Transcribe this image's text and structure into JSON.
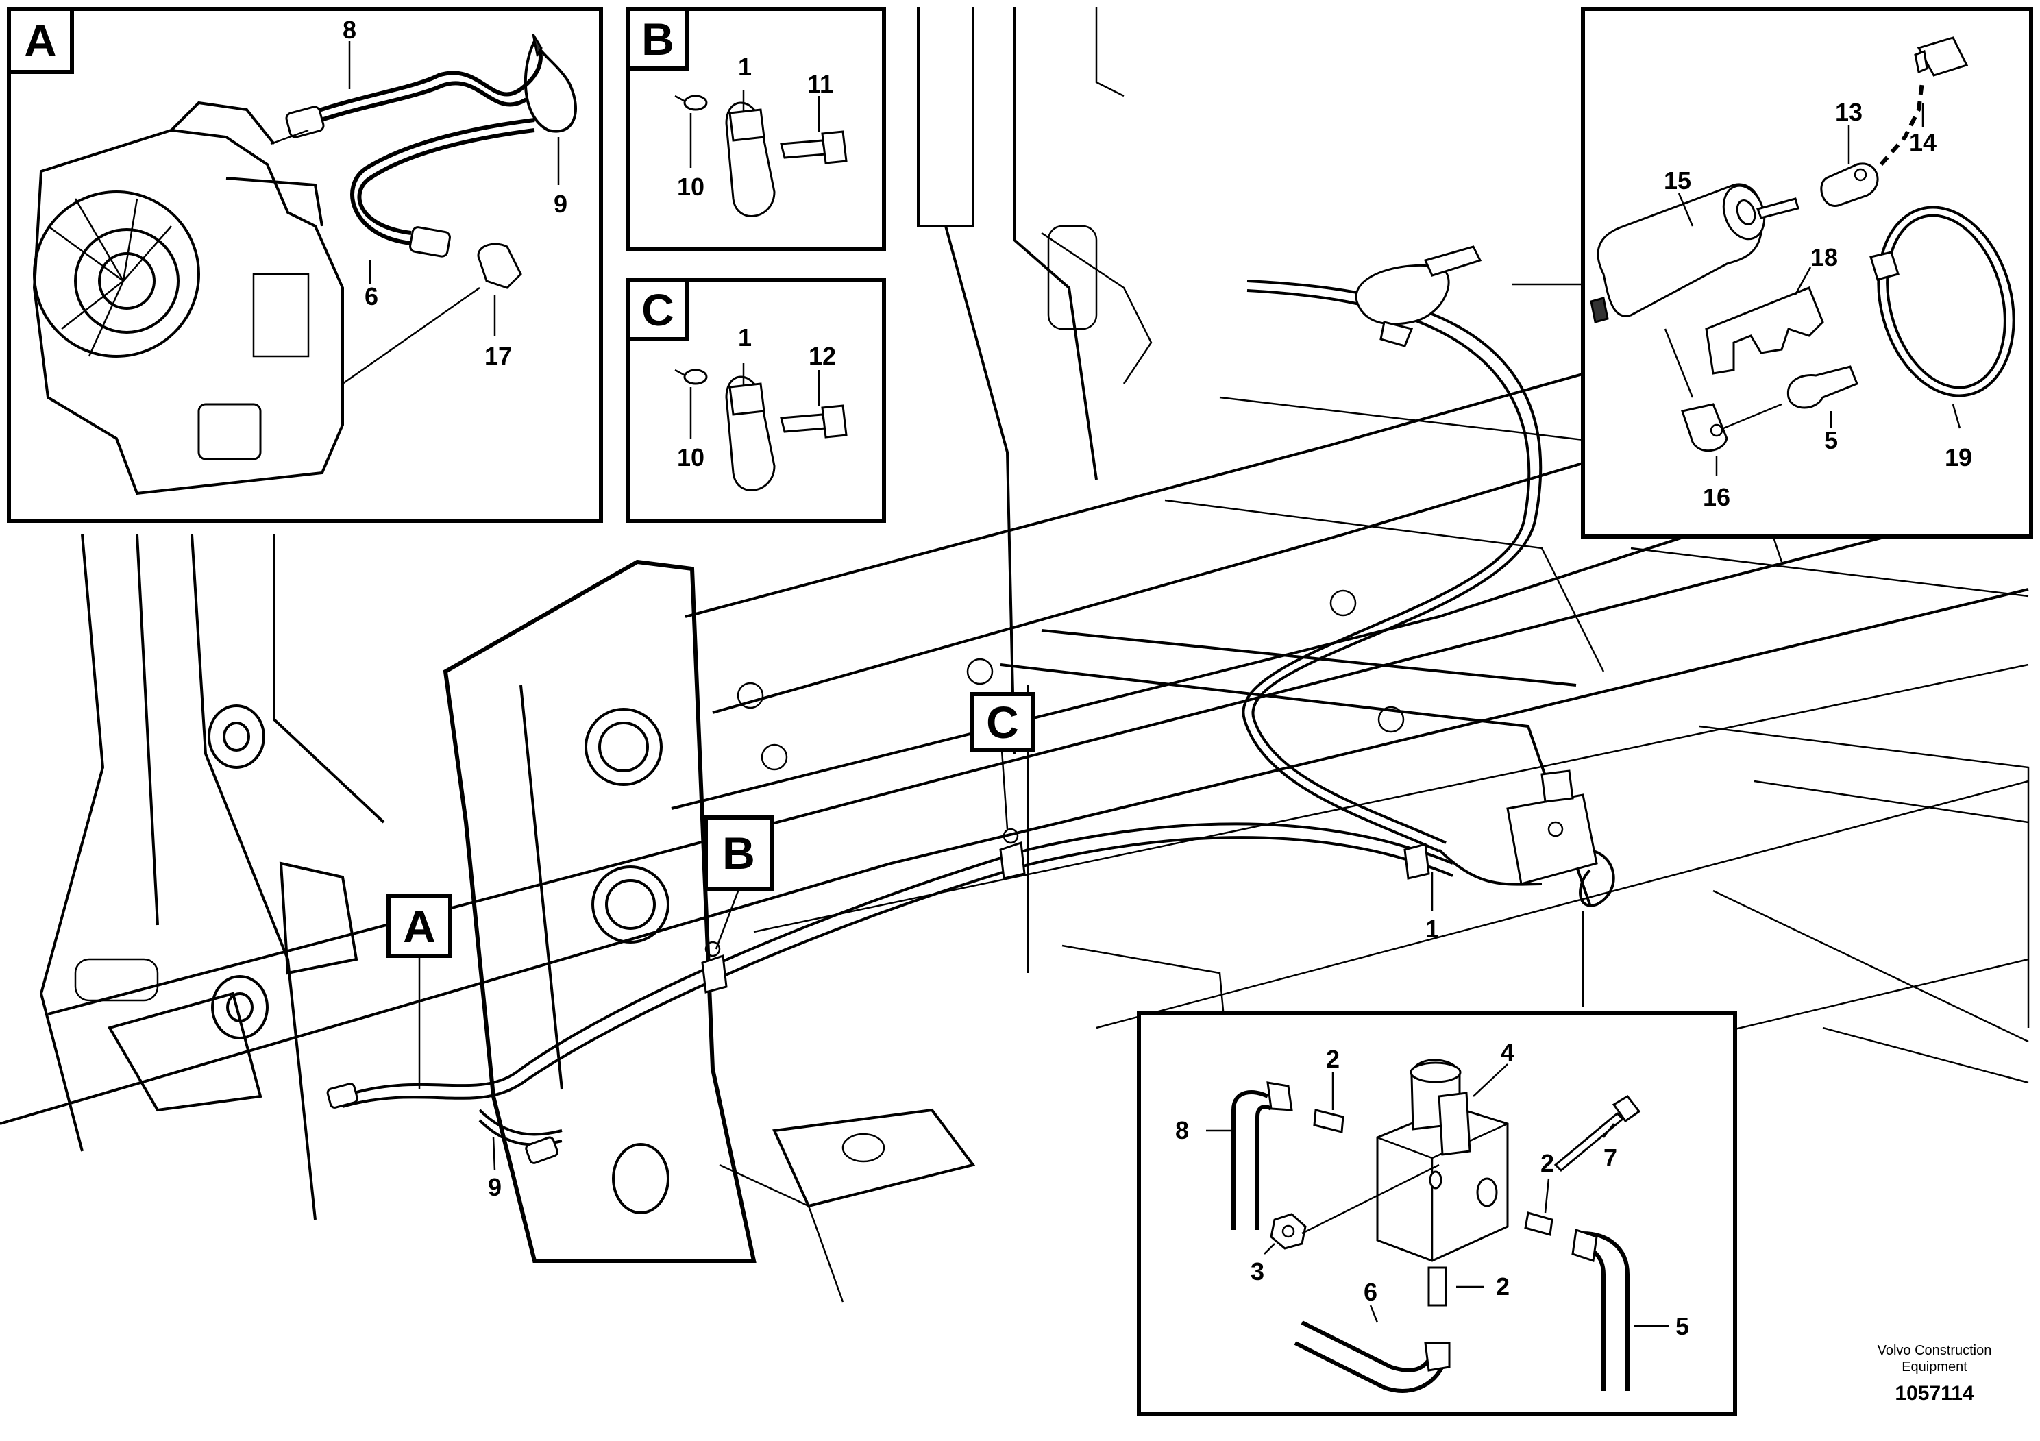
{
  "footer": {
    "credit_line1": "Volvo Construction",
    "credit_line2": "Equipment",
    "doc_number": "1057114"
  },
  "detail_A": {
    "letter": "A",
    "callouts": [
      "8",
      "9",
      "6",
      "17"
    ]
  },
  "detail_B": {
    "letter": "B",
    "callouts": [
      "1",
      "11",
      "10"
    ]
  },
  "detail_C": {
    "letter": "C",
    "callouts": [
      "1",
      "12",
      "10"
    ]
  },
  "detail_sensor": {
    "callouts": [
      "13",
      "14",
      "15",
      "18",
      "19",
      "5",
      "16"
    ]
  },
  "detail_valve": {
    "callouts": [
      "2",
      "4",
      "8",
      "7",
      "2",
      "3",
      "2",
      "6",
      "5"
    ]
  },
  "main_view": {
    "markers": [
      "A",
      "B",
      "C"
    ],
    "callouts": [
      "9",
      "1"
    ]
  }
}
